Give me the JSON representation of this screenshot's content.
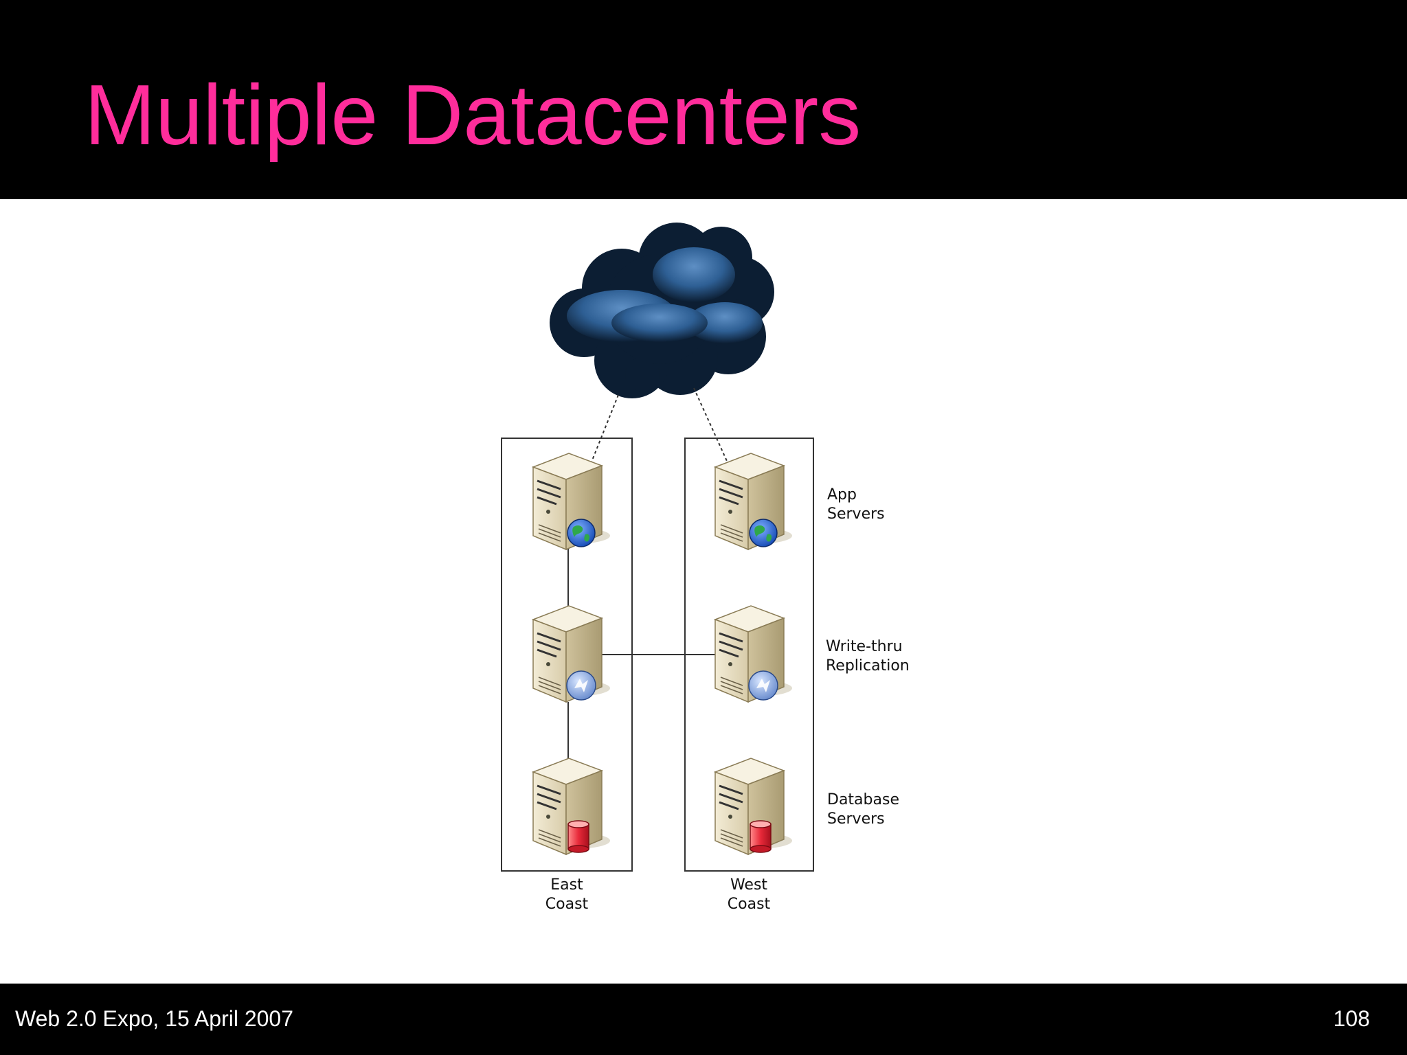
{
  "slide": {
    "title": "Multiple Datacenters",
    "footer_left": "Web 2.0 Expo, 15 April 2007",
    "page_number": "108"
  },
  "diagram": {
    "row_labels": {
      "app_servers": [
        "App",
        "Servers"
      ],
      "write_thru": [
        "Write-thru",
        "Replication"
      ],
      "database_servers": [
        "Database",
        "Servers"
      ]
    },
    "column_labels": {
      "east": [
        "East",
        "Coast"
      ],
      "west": [
        "West",
        "Coast"
      ]
    }
  },
  "colors": {
    "title": "#ff2d9b",
    "background": "#000000",
    "cloud": "#3a6aa0",
    "server_body": "#e8dfc4",
    "database": "#e83040"
  }
}
